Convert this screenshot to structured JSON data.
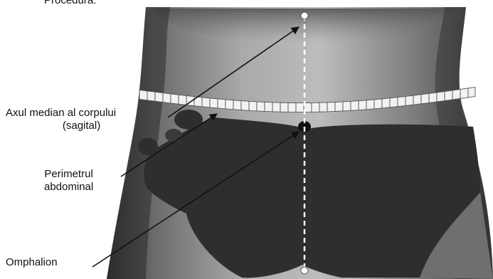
{
  "header_text": "Procedura:",
  "labels": {
    "axis": [
      "Axul median al corpului",
      "(sagital)"
    ],
    "perimeter": [
      "Perimetrul",
      "abdominal"
    ],
    "omphalion": [
      "Omphalion"
    ]
  },
  "colors": {
    "skin_dark": "#3a3a3a",
    "skin_mid": "#8a8a8a",
    "skin_light": "#cfcfcf",
    "garment": "#2e2e2e",
    "tape": "#f2f2f2",
    "tape_border": "#555555",
    "leader": "#111111",
    "axis_line": "#ffffff"
  }
}
